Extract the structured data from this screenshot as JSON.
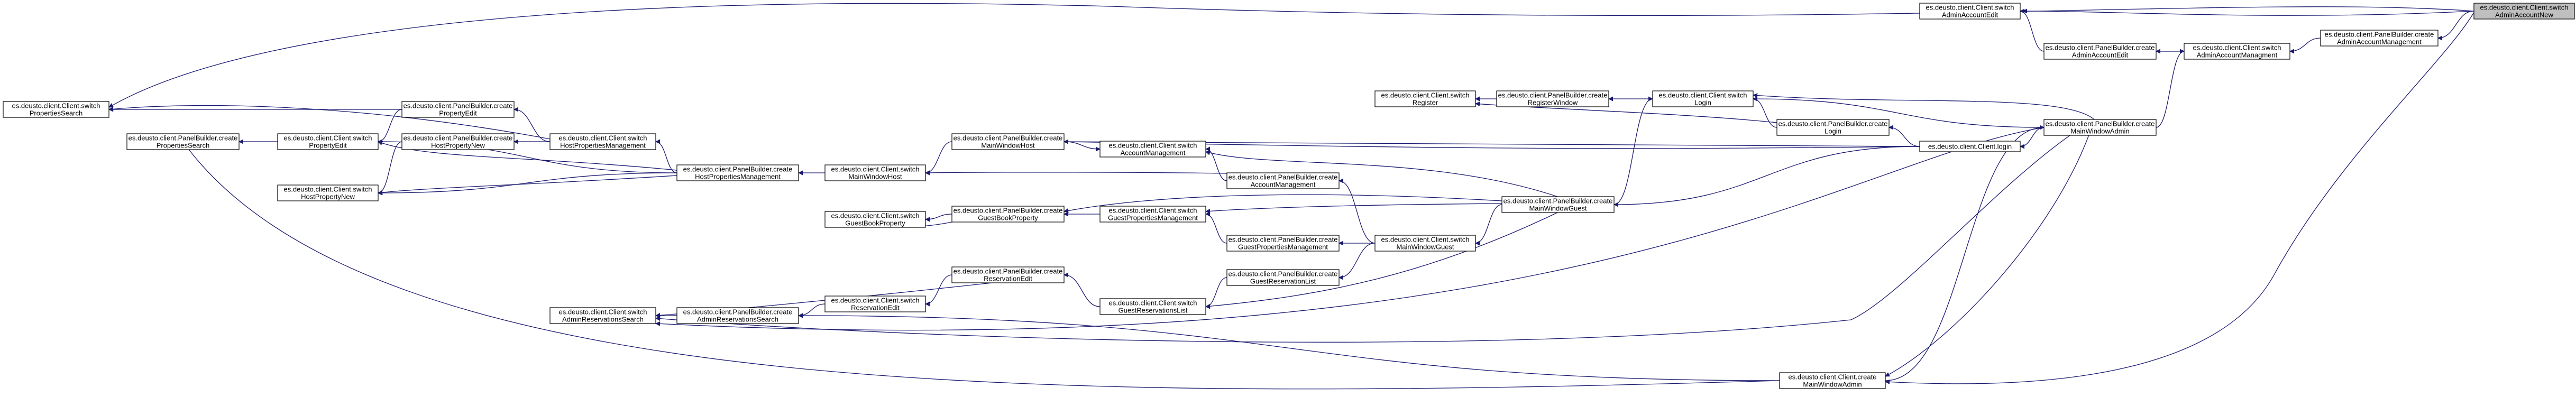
{
  "graph": {
    "edge_color": "#191970",
    "highlight_fill": "#bfbfbf",
    "nodes": [
      {
        "id": "n_adminAccountNew",
        "lines": [
          "es.deusto.client.Client.switch",
          "AdminAccountNew"
        ],
        "highlight": true
      },
      {
        "id": "n_adminAccountEdit",
        "lines": [
          "es.deusto.client.Client.switch",
          "AdminAccountEdit"
        ]
      },
      {
        "id": "n_pb_adminAccountEdit",
        "lines": [
          "es.deusto.client.PanelBuilder.create",
          "AdminAccountEdit"
        ]
      },
      {
        "id": "n_pb_adminAccountManagement",
        "lines": [
          "es.deusto.client.PanelBuilder.create",
          "AdminAccountManagement"
        ]
      },
      {
        "id": "n_sw_adminAccountManagment",
        "lines": [
          "es.deusto.client.Client.switch",
          "AdminAccountManagment"
        ]
      },
      {
        "id": "n_pb_mainWindowAdmin",
        "lines": [
          "es.deusto.client.PanelBuilder.create",
          "MainWindowAdmin"
        ]
      },
      {
        "id": "n_sw_login",
        "lines": [
          "es.deusto.client.Client.switch",
          "Login"
        ]
      },
      {
        "id": "n_sw_register",
        "lines": [
          "es.deusto.client.Client.switch",
          "Register"
        ]
      },
      {
        "id": "n_pb_registerWindow",
        "lines": [
          "es.deusto.client.PanelBuilder.create",
          "RegisterWindow"
        ]
      },
      {
        "id": "n_pb_login",
        "lines": [
          "es.deusto.client.PanelBuilder.create",
          "Login"
        ]
      },
      {
        "id": "n_client_login",
        "lines": [
          "es.deusto.client.Client.login"
        ]
      },
      {
        "id": "n_pb_mainWindowGuest",
        "lines": [
          "es.deusto.client.PanelBuilder.create",
          "MainWindowGuest"
        ]
      },
      {
        "id": "n_pb_mainWindowHost",
        "lines": [
          "es.deusto.client.PanelBuilder.create",
          "MainWindowHost"
        ]
      },
      {
        "id": "n_sw_accountManagement",
        "lines": [
          "es.deusto.client.Client.switch",
          "AccountManagement"
        ]
      },
      {
        "id": "n_pb_accountManagement",
        "lines": [
          "es.deusto.client.PanelBuilder.create",
          "AccountManagement"
        ]
      },
      {
        "id": "n_sw_mainWindowHost",
        "lines": [
          "es.deusto.client.Client.switch",
          "MainWindowHost"
        ]
      },
      {
        "id": "n_pb_hostPropertiesManagement",
        "lines": [
          "es.deusto.client.PanelBuilder.create",
          "HostPropertiesManagement"
        ]
      },
      {
        "id": "n_sw_hostPropertiesManagement",
        "lines": [
          "es.deusto.client.Client.switch",
          "HostPropertiesManagement"
        ]
      },
      {
        "id": "n_pb_propertyEdit",
        "lines": [
          "es.deusto.client.PanelBuilder.create",
          "PropertyEdit"
        ]
      },
      {
        "id": "n_pb_hostPropertyNew",
        "lines": [
          "es.deusto.client.PanelBuilder.create",
          "HostPropertyNew"
        ]
      },
      {
        "id": "n_sw_propertyEdit",
        "lines": [
          "es.deusto.client.Client.switch",
          "PropertyEdit"
        ]
      },
      {
        "id": "n_sw_hostPropertyNew",
        "lines": [
          "es.deusto.client.Client.switch",
          "HostPropertyNew"
        ]
      },
      {
        "id": "n_sw_propertiesSearch",
        "lines": [
          "es.deusto.client.Client.switch",
          "PropertiesSearch"
        ]
      },
      {
        "id": "n_pb_propertiesSearch",
        "lines": [
          "es.deusto.client.PanelBuilder.create",
          "PropertiesSearch"
        ]
      },
      {
        "id": "n_sw_guestBookProperty",
        "lines": [
          "es.deusto.client.Client.switch",
          "GuestBookProperty"
        ]
      },
      {
        "id": "n_pb_guestBookProperty",
        "lines": [
          "es.deusto.client.PanelBuilder.create",
          "GuestBookProperty"
        ]
      },
      {
        "id": "n_sw_guestPropertiesManagement",
        "lines": [
          "es.deusto.client.Client.switch",
          "GuestPropertiesManagement"
        ]
      },
      {
        "id": "n_pb_guestPropertiesManagement",
        "lines": [
          "es.deusto.client.PanelBuilder.create",
          "GuestPropertiesManagement"
        ]
      },
      {
        "id": "n_sw_mainWindowGuest",
        "lines": [
          "es.deusto.client.Client.switch",
          "MainWindowGuest"
        ]
      },
      {
        "id": "n_pb_reservationEdit",
        "lines": [
          "es.deusto.client.PanelBuilder.create",
          "ReservationEdit"
        ]
      },
      {
        "id": "n_sw_guestReservationsList",
        "lines": [
          "es.deusto.client.Client.switch",
          "GuestReservationsList"
        ]
      },
      {
        "id": "n_pb_guestReservationList",
        "lines": [
          "es.deusto.client.PanelBuilder.create",
          "GuestReservationList"
        ]
      },
      {
        "id": "n_sw_reservationEdit",
        "lines": [
          "es.deusto.client.Client.switch",
          "ReservationEdit"
        ]
      },
      {
        "id": "n_sw_adminReservationsSearch",
        "lines": [
          "es.deusto.client.Client.switch",
          "AdminReservationsSearch"
        ]
      },
      {
        "id": "n_pb_adminReservationsSearch",
        "lines": [
          "es.deusto.client.PanelBuilder.create",
          "AdminReservationsSearch"
        ]
      },
      {
        "id": "n_cr_mainWindowAdmin",
        "lines": [
          "es.deusto.client.Client.create",
          "MainWindowAdmin"
        ]
      }
    ]
  }
}
